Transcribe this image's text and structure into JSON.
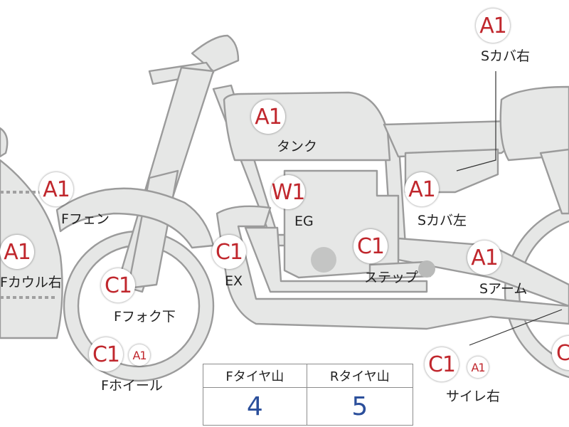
{
  "labels": {
    "s_cover_right": "Sカバ右",
    "tank": "タンク",
    "f_fender": "Fフェン",
    "engine": "EG",
    "s_cover_left": "Sカバ左",
    "f_cowl_right": "Fカウル右",
    "exhaust": "EX",
    "step": "ステップ",
    "s_arm": "Sアーム",
    "f_fork_lower": "Fフォク下",
    "f_wheel": "Fホイール",
    "silencer_right": "サイレ右"
  },
  "grades": {
    "s_cover_right": "A1",
    "tank": "A1",
    "f_fender": "A1",
    "engine": "W1",
    "s_cover_left": "A1",
    "f_cowl_right": "A1",
    "exhaust": "C1",
    "step": "C1",
    "s_arm": "A1",
    "f_fork_lower": "C1",
    "f_wheel": "C1",
    "f_wheel_minor": "A1",
    "silencer_right": "C1",
    "silencer_right_minor": "A1",
    "r_wheel_partial": "C"
  },
  "tire_table": {
    "front_header": "Fタイヤ山",
    "rear_header": "Rタイヤ山",
    "front_value": "4",
    "rear_value": "5"
  },
  "colors": {
    "part_fill": "#e6e7e6",
    "part_outline": "#9b9b9b",
    "grade_text": "#c0272d",
    "tire_value": "#2b4f9b"
  }
}
